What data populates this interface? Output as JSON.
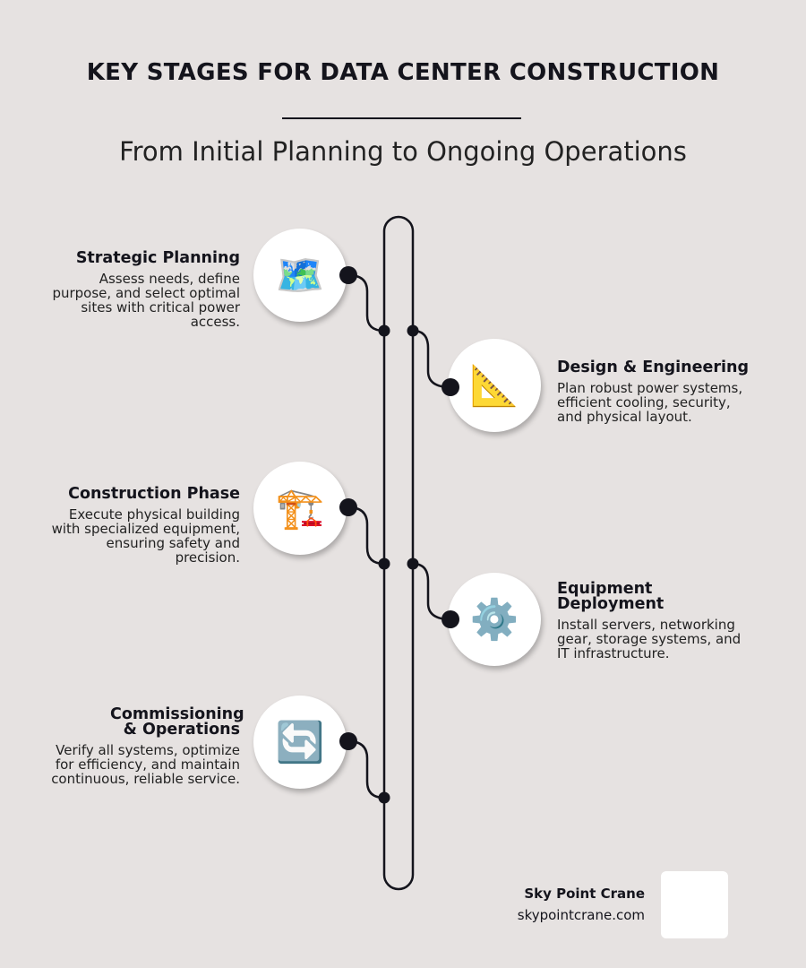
{
  "header": {
    "title": "KEY STAGES FOR DATA CENTER CONSTRUCTION",
    "subtitle": "From Initial Planning to Ongoing Operations"
  },
  "stages": [
    {
      "title": "Strategic Planning",
      "description": "Assess needs, define purpose, and select optimal sites with critical power access.",
      "icon": "world-map-icon",
      "glyph": "🗺️"
    },
    {
      "title": "Design & Engineering",
      "description": "Plan robust power systems, efficient cooling, security, and physical layout.",
      "icon": "triangular-ruler-icon",
      "glyph": "📐"
    },
    {
      "title": "Construction Phase",
      "description": "Execute physical building with specialized equipment, ensuring safety and precision.",
      "icon": "crane-icon",
      "glyph": "🏗️"
    },
    {
      "title": "Equipment Deployment",
      "description": "Install servers, networking gear, storage systems, and IT infrastructure.",
      "icon": "gear-icon",
      "glyph": "⚙️"
    },
    {
      "title": "Commissioning & Operations",
      "description": "Verify all systems, optimize for efficiency, and maintain continuous, reliable service.",
      "icon": "refresh-icon",
      "glyph": "🔄"
    }
  ],
  "footer": {
    "brand": "Sky Point Crane",
    "url": "skypointcrane.com"
  },
  "colors": {
    "background": "#e6e2e1",
    "line": "#14141c"
  }
}
